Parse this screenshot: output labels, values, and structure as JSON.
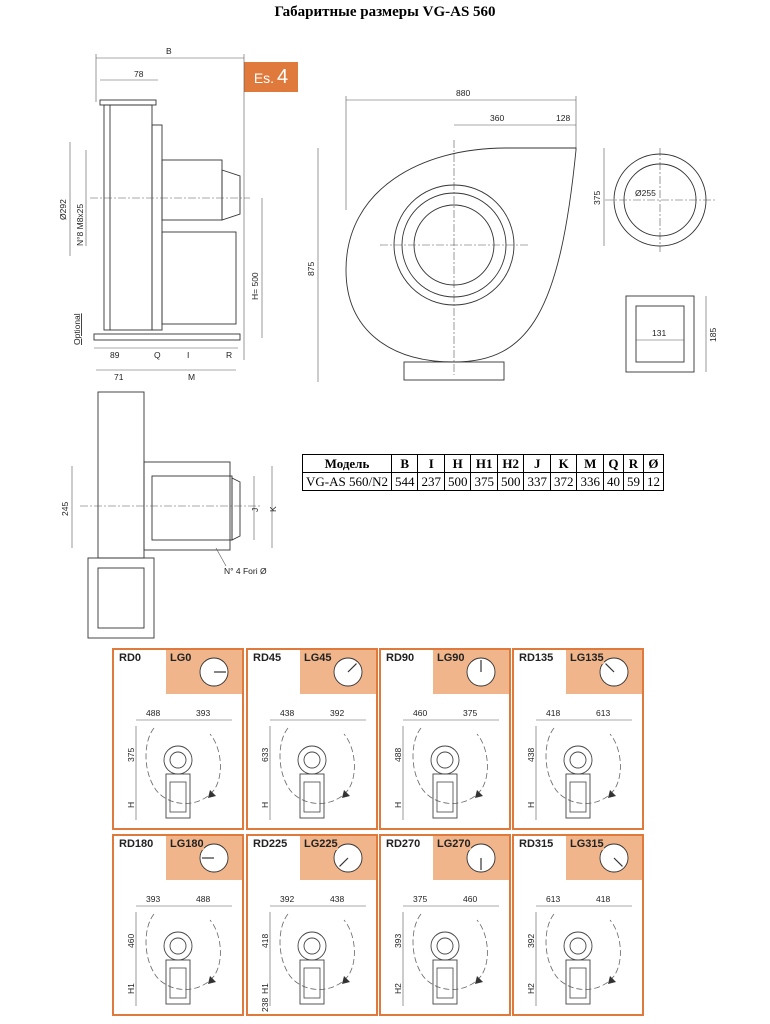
{
  "title": "Габаритные размеры VG-AS 560",
  "es_label": "Es.",
  "es_number": "4",
  "side_view": {
    "dim_B": "B",
    "dim_78": "78",
    "dim_292": "Ø292",
    "dim_bolts": "N°8 M8x25",
    "dim_H500": "H= 500",
    "optional": "Optional",
    "dim_89": "89",
    "dim_Q": "Q",
    "dim_I": "I",
    "dim_R": "R",
    "dim_71": "71",
    "dim_M": "M"
  },
  "front_view": {
    "dim_880": "880",
    "dim_360": "360",
    "dim_128": "128",
    "dim_375": "375",
    "dim_875": "875"
  },
  "flange_round": {
    "dim": "Ø255"
  },
  "flange_square": {
    "dim_w": "131",
    "dim_h": "185"
  },
  "top_view": {
    "dim_245": "245",
    "dim_J": "J",
    "dim_K": "K",
    "holes": "N° 4 Fori Ø"
  },
  "spec_table": {
    "headers": [
      "Модель",
      "B",
      "I",
      "H",
      "H1",
      "H2",
      "J",
      "K",
      "M",
      "Q",
      "R",
      "Ø"
    ],
    "rows": [
      [
        "VG-AS 560/N2",
        "544",
        "237",
        "500",
        "375",
        "500",
        "337",
        "372",
        "336",
        "40",
        "59",
        "12"
      ]
    ]
  },
  "orientations": [
    {
      "rd": "RD0",
      "lg": "LG0",
      "d1": "488",
      "d2": "393",
      "dv": "375",
      "dh": "H",
      "rot": 0
    },
    {
      "rd": "RD45",
      "lg": "LG45",
      "d1": "438",
      "d2": "392",
      "dv": "633",
      "dh": "H",
      "rot": 45
    },
    {
      "rd": "RD90",
      "lg": "LG90",
      "d1": "460",
      "d2": "375",
      "dv": "488",
      "dh": "H",
      "rot": 90
    },
    {
      "rd": "RD135",
      "lg": "LG135",
      "d1": "418",
      "d2": "613",
      "dv": "438",
      "dh": "H",
      "rot": 135
    },
    {
      "rd": "RD180",
      "lg": "LG180",
      "d1": "393",
      "d2": "488",
      "dv": "460",
      "dh": "H1",
      "rot": 180
    },
    {
      "rd": "RD225",
      "lg": "LG225",
      "d1": "392",
      "d2": "438",
      "dv": "418",
      "dh": "H1",
      "dv2": "238",
      "rot": 225
    },
    {
      "rd": "RD270",
      "lg": "LG270",
      "d1": "375",
      "d2": "460",
      "dv": "393",
      "dh": "H2",
      "rot": 270
    },
    {
      "rd": "RD315",
      "lg": "LG315",
      "d1": "613",
      "d2": "418",
      "dv": "392",
      "dh": "H2",
      "rot": 315
    }
  ],
  "colors": {
    "accent": "#e07a3c",
    "accent_light": "#f1b58c"
  }
}
